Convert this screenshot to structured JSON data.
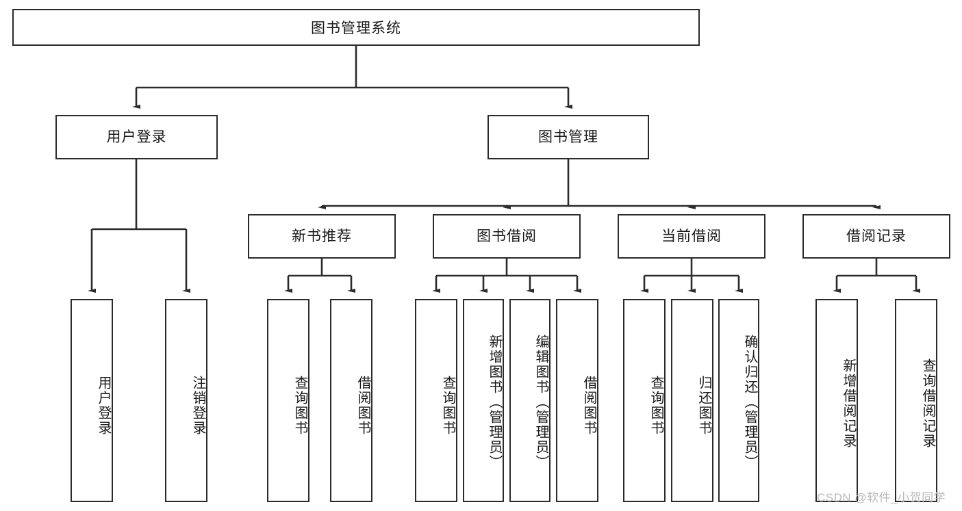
{
  "diagram": {
    "type": "tree-hierarchy-chart",
    "title": "图书管理系统",
    "orientation": "top-down",
    "line_color": "#2b2b2b",
    "box_fill": "#ffffff",
    "box_border": "#2b2b2b",
    "text_color": "#1a1a1a"
  },
  "nodes": {
    "root": {
      "label": "图书管理系统",
      "level": 1
    },
    "level2": [
      {
        "id": "user-login",
        "label": "用户登录"
      },
      {
        "id": "book-manage",
        "label": "图书管理"
      }
    ],
    "level3": [
      {
        "id": "new-book-recommend",
        "label": "新书推荐"
      },
      {
        "id": "book-borrow",
        "label": "图书借阅"
      },
      {
        "id": "current-borrow",
        "label": "当前借阅"
      },
      {
        "id": "borrow-record",
        "label": "借阅记录"
      }
    ],
    "leaves": {
      "user_login": [
        {
          "id": "leaf-user-login",
          "label": "用户登录"
        },
        {
          "id": "leaf-logout-login",
          "label": "注销登录"
        }
      ],
      "new_book_recommend": [
        {
          "id": "leaf-query-book-1",
          "label": "查询图书"
        },
        {
          "id": "leaf-borrow-book-1",
          "label": "借阅图书"
        }
      ],
      "book_borrow": [
        {
          "id": "leaf-query-book-2",
          "label": "查询图书"
        },
        {
          "id": "leaf-add-book",
          "label": "新增图书（管理员）"
        },
        {
          "id": "leaf-edit-book",
          "label": "编辑图书（管理员）"
        },
        {
          "id": "leaf-borrow-book-2",
          "label": "借阅图书"
        }
      ],
      "current_borrow": [
        {
          "id": "leaf-query-book-3",
          "label": "查询图书"
        },
        {
          "id": "leaf-return-book",
          "label": "归还图书"
        },
        {
          "id": "leaf-confirm-return",
          "label": "确认归还（管理员）"
        }
      ],
      "borrow_record": [
        {
          "id": "leaf-add-record",
          "label": "新增借阅记录"
        },
        {
          "id": "leaf-query-record",
          "label": "查询借阅记录"
        }
      ]
    }
  },
  "watermark": {
    "text": "CSDN @软件_小贺同学",
    "color": "#b9b9b9"
  }
}
